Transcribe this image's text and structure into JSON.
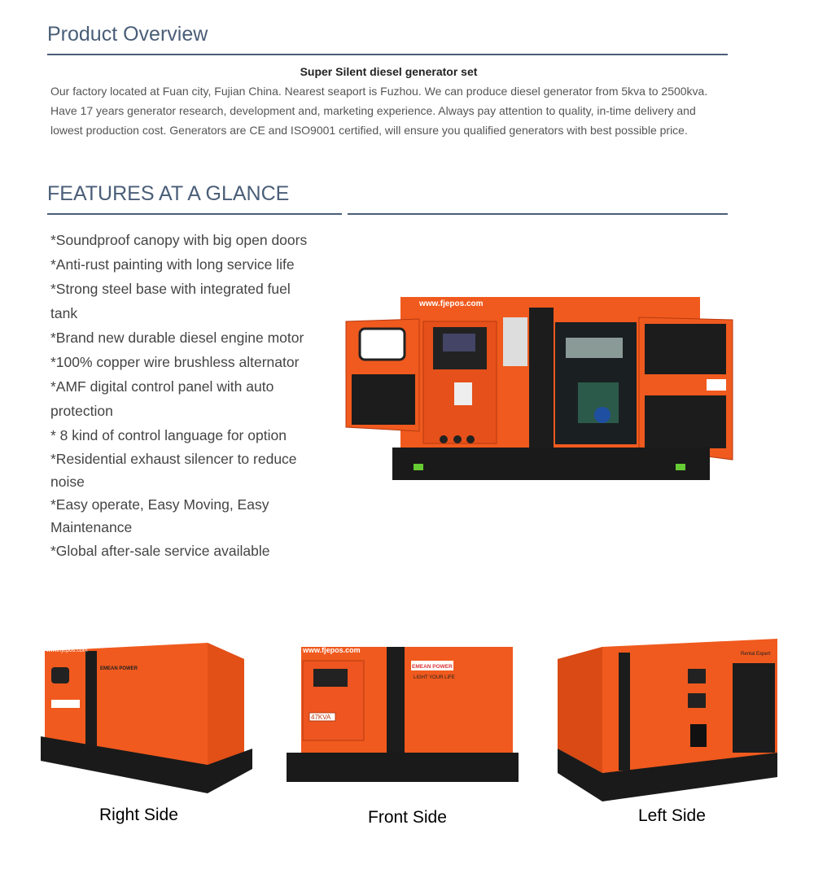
{
  "overview": {
    "heading": "Product Overview",
    "subtitle": "Super Silent diesel generator set",
    "intro": "Our factory located at Fuan city, Fujian China. Nearest seaport is Fuzhou. We can produce diesel generator from 5kva to 2500kva. Have 17 years generator research, development and, marketing experience.  Always pay attention to quality, in-time delivery and lowest production cost. Generators are CE and ISO9001 certified, will ensure you qualified generators with best possible price."
  },
  "features": {
    "heading": "FEATURES AT A GLANCE",
    "items": [
      "*Soundproof canopy with big open doors",
      "*Anti-rust painting with long service life",
      "*Strong steel base with integrated fuel tank",
      "*Brand new durable diesel engine motor",
      "*100% copper wire brushless alternator",
      "*AMF digital control panel with auto protection",
      "* 8 kind of control language for option",
      "*Residential exhaust silencer to reduce noise",
      "*Easy operate, Easy Moving, Easy Maintenance",
      "*Global after-sale service available"
    ]
  },
  "photos": {
    "main_watermark": "www.fjepos.com",
    "front_watermark": "www.fjepos.com",
    "brand": "EMEAN POWER",
    "front_slogan": "LIGHT YOUR LIFE",
    "front_rating": "47KVA",
    "left_badge": "Rental Expert",
    "captions": [
      "Right Side",
      "Front Side",
      "Left Side"
    ]
  },
  "colors": {
    "accent": "#4a5e78",
    "canopy": "#f05a1e",
    "base": "#1a1a1a"
  }
}
